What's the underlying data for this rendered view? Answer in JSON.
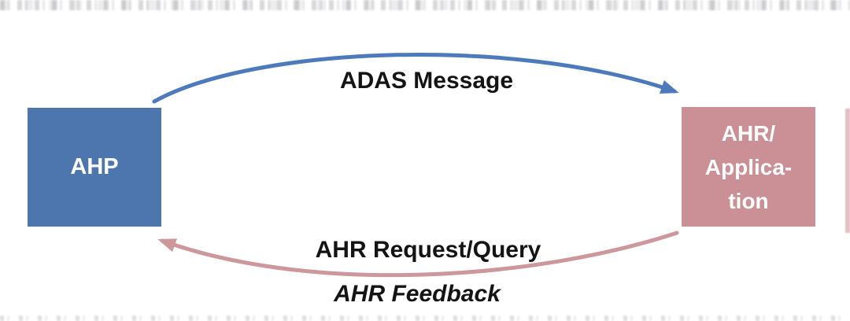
{
  "diagram": {
    "background": "#ffffff",
    "nodes": [
      {
        "id": "ahp",
        "label": "AHP",
        "fill": "#4e76ae",
        "text_color": "#ffffff"
      },
      {
        "id": "ahr_application",
        "label": "AHR/Applica-tion",
        "lines": [
          "AHR/",
          "Applica-",
          "tion"
        ],
        "fill": "#cb9095",
        "text_color": "#ffffff"
      }
    ],
    "edges": [
      {
        "from": "ahp",
        "to": "ahr_application",
        "label": "ADAS Message",
        "color": "#4d7abd",
        "direction": "left-to-right"
      },
      {
        "from": "ahr_application",
        "to": "ahp",
        "label": "AHR Request/Query",
        "color": "#cd979b",
        "direction": "right-to-left"
      }
    ],
    "annotations": [
      {
        "label": "AHR Feedback",
        "style": "bold-italic"
      }
    ]
  }
}
